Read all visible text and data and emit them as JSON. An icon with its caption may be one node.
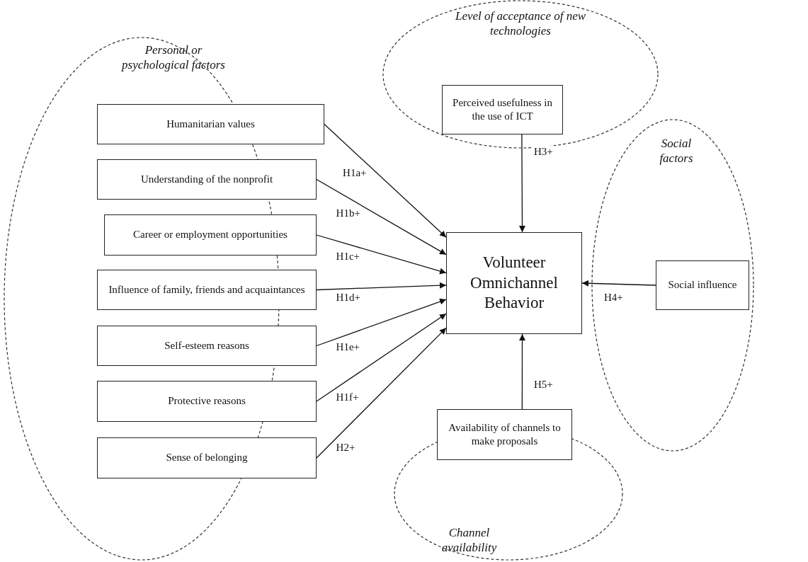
{
  "diagram": {
    "nodes": [
      {
        "text": [
          "Personal or psychological factors"
        ]
      },
      {
        "text": [
          "Humanitarian values"
        ]
      },
      {
        "text": [
          "Understanding of the nonprofit"
        ]
      },
      {
        "text": [
          "Career or employment opportunities"
        ]
      },
      {
        "text": [
          "Influence of family, friends and acquaintances"
        ]
      },
      {
        "text": [
          "Self-esteem reasons"
        ]
      },
      {
        "text": [
          "Protective reasons"
        ]
      },
      {
        "text": [
          "Sense of belonging"
        ]
      },
      {
        "text": [
          "Level of acceptance of new technologies"
        ]
      },
      {
        "text": [
          "Perceived usefulness in the use of ICT"
        ],
        "in": 8
      },
      {
        "text": [
          "Volunteer Omnichannel Behavior"
        ]
      },
      {
        "text": [
          "Social factors"
        ]
      },
      {
        "text": [
          "Social influence"
        ],
        "in": 11
      },
      {
        "text": [
          "Channel availability"
        ]
      },
      {
        "text": [
          "Availability of channels to make proposals"
        ]
      }
    ],
    "edges": [
      {
        "from": 1,
        "to": 10,
        "arrow": "to",
        "label": "H1a+"
      },
      {
        "from": 2,
        "to": 10,
        "arrow": "to",
        "label": "H1b+"
      },
      {
        "from": 3,
        "to": 10,
        "arrow": "to",
        "label": "H1c+"
      },
      {
        "from": 4,
        "to": 10,
        "arrow": "to",
        "label": "H1d+"
      },
      {
        "from": 5,
        "to": 10,
        "arrow": "to",
        "label": "H1e+"
      },
      {
        "from": 6,
        "to": 10,
        "arrow": "to",
        "label": "H1f+"
      },
      {
        "from": 7,
        "to": 10,
        "arrow": "to",
        "label": "H2+"
      },
      {
        "from": 9,
        "to": 10,
        "arrow": "to",
        "label": "H3+"
      },
      {
        "from": 12,
        "to": 10,
        "arrow": "to",
        "label": "H4+"
      },
      {
        "from": 14,
        "to": 10,
        "arrow": "to",
        "label": "H5+"
      }
    ]
  }
}
